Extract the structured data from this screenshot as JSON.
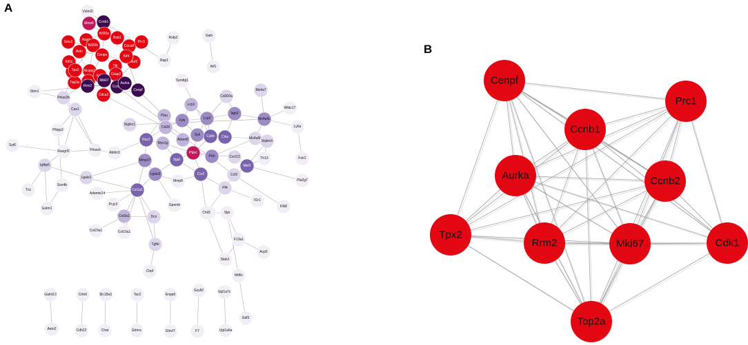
{
  "panels": {
    "a_label": "A",
    "b_label": "B"
  },
  "colors": {
    "red": "#e30613",
    "dark_purple": "#3b0a4f",
    "magenta": "#c2185b",
    "purple_1": "#7a63ad",
    "purple_2": "#9d8cc4",
    "purple_3": "#c0b4da",
    "purple_4": "#ddd6ea",
    "light": "#f1eef6",
    "edge": "#9a9a9a"
  },
  "network_a": {
    "nodes": [
      {
        "id": "Vstm2l",
        "c": "light"
      },
      {
        "id": "Ccnb1",
        "c": "dark_purple"
      },
      {
        "id": "Mms6",
        "c": "magenta"
      },
      {
        "id": "Kif20a",
        "c": "red"
      },
      {
        "id": "Bub1",
        "c": "red"
      },
      {
        "id": "Smc2",
        "c": "red"
      },
      {
        "id": "Aspm",
        "c": "red"
      },
      {
        "id": "Anln",
        "c": "red"
      },
      {
        "id": "Kif20b",
        "c": "red"
      },
      {
        "id": "Cenpe",
        "c": "red"
      },
      {
        "id": "Cdca8",
        "c": "red"
      },
      {
        "id": "Nuf2",
        "c": "red"
      },
      {
        "id": "Prc1",
        "c": "red"
      },
      {
        "id": "Kif4",
        "c": "red"
      },
      {
        "id": "Ttk",
        "c": "red"
      },
      {
        "id": "Kif11",
        "c": "red"
      },
      {
        "id": "Ncapg2",
        "c": "red"
      },
      {
        "id": "Cdk1",
        "c": "red"
      },
      {
        "id": "Ect2",
        "c": "red"
      },
      {
        "id": "Kif2c",
        "c": "red"
      },
      {
        "id": "Top2a",
        "c": "red"
      },
      {
        "id": "Ckap2",
        "c": "red"
      },
      {
        "id": "Ccnb2",
        "c": "dark_purple"
      },
      {
        "id": "Cdca3",
        "c": "red"
      },
      {
        "id": "Cenpf",
        "c": "dark_purple"
      },
      {
        "id": "Aurka",
        "c": "dark_purple"
      },
      {
        "id": "Rrm2",
        "c": "dark_purple"
      },
      {
        "id": "Tpx2",
        "c": "red"
      },
      {
        "id": "Mki67",
        "c": "dark_purple"
      },
      {
        "id": "Rxfp2",
        "c": "light"
      },
      {
        "id": "Rap1",
        "c": "light"
      },
      {
        "id": "Galn",
        "c": "light"
      },
      {
        "id": "Atf1",
        "c": "light"
      },
      {
        "id": "Syndig1",
        "c": "light"
      },
      {
        "id": "Prkar2b",
        "c": "purple_4"
      },
      {
        "id": "Stim1",
        "c": "light"
      },
      {
        "id": "Cav1",
        "c": "purple_4"
      },
      {
        "id": "Phlpp2",
        "c": "light"
      },
      {
        "id": "Siglec1",
        "c": "purple_4"
      },
      {
        "id": "Lcp1",
        "c": "purple_3"
      },
      {
        "id": "Cd300a",
        "c": "purple_4"
      },
      {
        "id": "Ms4a7",
        "c": "purple_4"
      },
      {
        "id": "Wfdc17",
        "c": "light"
      },
      {
        "id": "Plau",
        "c": "purple_3"
      },
      {
        "id": "Fyb",
        "c": "purple_2"
      },
      {
        "id": "Lcp2",
        "c": "purple_2"
      },
      {
        "id": "Itgb2",
        "c": "purple_2"
      },
      {
        "id": "Ms4a6c",
        "c": "purple_2"
      },
      {
        "id": "Ly6a",
        "c": "light"
      },
      {
        "id": "Cd28",
        "c": "purple_3"
      },
      {
        "id": "Syk",
        "c": "purple_2"
      },
      {
        "id": "Cybb",
        "c": "purple_1"
      },
      {
        "id": "Ctss",
        "c": "purple_1"
      },
      {
        "id": "Ms4a6b",
        "c": "purple_4"
      },
      {
        "id": "Siglech",
        "c": "purple_4"
      },
      {
        "id": "Syt6",
        "c": "light"
      },
      {
        "id": "Rasgrf2",
        "c": "light"
      },
      {
        "id": "Prkacb",
        "c": "light"
      },
      {
        "id": "Ablim3",
        "c": "light"
      },
      {
        "id": "Rac2",
        "c": "purple_1"
      },
      {
        "id": "Myo1g",
        "c": "purple_3"
      },
      {
        "id": "Adam8",
        "c": "purple_3"
      },
      {
        "id": "Ptprc",
        "c": "magenta"
      },
      {
        "id": "Pirb",
        "c": "purple_2"
      },
      {
        "id": "Cxcl13",
        "c": "purple_4"
      },
      {
        "id": "Tlr13",
        "c": "light"
      },
      {
        "id": "Folr2",
        "c": "light"
      },
      {
        "id": "Igfbp5",
        "c": "purple_4"
      },
      {
        "id": "Itgal",
        "c": "purple_1"
      },
      {
        "id": "Mmp27",
        "c": "purple_2"
      },
      {
        "id": "Mef1",
        "c": "purple_1"
      },
      {
        "id": "Pla2g7",
        "c": "light"
      },
      {
        "id": "Sox4b",
        "c": "light"
      },
      {
        "id": "Lgals1",
        "c": "purple_4"
      },
      {
        "id": "Lgals3",
        "c": "purple_2"
      },
      {
        "id": "Ccr2",
        "c": "purple_1"
      },
      {
        "id": "Ccl9",
        "c": "purple_4"
      },
      {
        "id": "Tnc",
        "c": "light"
      },
      {
        "id": "Adamts14",
        "c": "light"
      },
      {
        "id": "Mmp8",
        "c": "light"
      },
      {
        "id": "Pf4",
        "c": "purple_4"
      },
      {
        "id": "Il1r1",
        "c": "light"
      },
      {
        "id": "Klk8",
        "c": "light"
      },
      {
        "id": "Col1a1",
        "c": "purple_1"
      },
      {
        "id": "Gpnmb",
        "c": "light"
      },
      {
        "id": "Pdpn",
        "c": "light"
      },
      {
        "id": "Golm1",
        "c": "light"
      },
      {
        "id": "Pcjc3",
        "c": "light"
      },
      {
        "id": "Chil3",
        "c": "light"
      },
      {
        "id": "Slpi",
        "c": "light"
      },
      {
        "id": "Col3a1",
        "c": "purple_3"
      },
      {
        "id": "Dcn",
        "c": "purple_4"
      },
      {
        "id": "Col23a1",
        "c": "light"
      },
      {
        "id": "F13a1",
        "c": "light"
      },
      {
        "id": "Acp5",
        "c": "light"
      },
      {
        "id": "Col10a1",
        "c": "light"
      },
      {
        "id": "Tgfbi",
        "c": "purple_4"
      },
      {
        "id": "Stab1",
        "c": "light"
      },
      {
        "id": "Chpf",
        "c": "light"
      },
      {
        "id": "Mdfic",
        "c": "light"
      },
      {
        "id": "Galnt13",
        "c": "light"
      },
      {
        "id": "Crtn6",
        "c": "light"
      },
      {
        "id": "Slc18a3",
        "c": "light"
      },
      {
        "id": "Tac2",
        "c": "light"
      },
      {
        "id": "Enpp6",
        "c": "light"
      },
      {
        "id": "Gxylt2",
        "c": "light"
      },
      {
        "id": "Ugt1a7c",
        "c": "light"
      },
      {
        "id": "Gdf3",
        "c": "light"
      },
      {
        "id": "Astn2",
        "c": "light"
      },
      {
        "id": "Cdh22",
        "c": "light"
      },
      {
        "id": "Chat",
        "c": "light"
      },
      {
        "id": "Ednra",
        "c": "light"
      },
      {
        "id": "Elovl7",
        "c": "light"
      },
      {
        "id": "F7",
        "c": "light"
      },
      {
        "id": "Ugt1a6a",
        "c": "light"
      }
    ],
    "edges": [
      [
        "Rxfp2",
        "Rap1"
      ],
      [
        "Galn",
        "Atf1"
      ],
      [
        "Galnt13",
        "Astn2"
      ],
      [
        "Crtn6",
        "Cdh22"
      ],
      [
        "Slc18a3",
        "Chat"
      ],
      [
        "Tac2",
        "Ednra"
      ],
      [
        "Enpp6",
        "Elovl7"
      ],
      [
        "Gxylt2",
        "F7"
      ],
      [
        "Ugt1a7c",
        "Ugt1a6a"
      ],
      [
        "Mdfic",
        "Gdf3"
      ],
      [
        "Stim1",
        "Prkar2b"
      ],
      [
        "Prkar2b",
        "Cav1"
      ],
      [
        "Cav1",
        "Phlpp2"
      ],
      [
        "Cav1",
        "Rasgrf2"
      ],
      [
        "Cav1",
        "Prkacb"
      ],
      [
        "Rasgrf2",
        "Prkacb"
      ],
      [
        "Prkar2b",
        "Prkacb"
      ],
      [
        "Syt6",
        "Rasgrf2"
      ],
      [
        "Rasgrf2",
        "Igfbp5"
      ],
      [
        "Igfbp5",
        "Tnc"
      ],
      [
        "Igfbp5",
        "Golm1"
      ],
      [
        "Sox4b",
        "Golm1"
      ],
      [
        "Igfbp5",
        "Lgals1"
      ],
      [
        "Lgals1",
        "Mmp27"
      ],
      [
        "Lgals1",
        "Col1a1"
      ],
      [
        "Col1a1",
        "Col3a1"
      ],
      [
        "Col1a1",
        "Dcn"
      ],
      [
        "Col1a1",
        "Lgals3"
      ],
      [
        "Col3a1",
        "Dcn"
      ],
      [
        "Col3a1",
        "Col23a1"
      ],
      [
        "Col3a1",
        "Col10a1"
      ],
      [
        "Col1a1",
        "Col10a1"
      ],
      [
        "Col1a1",
        "Pcjc3"
      ],
      [
        "Col1a1",
        "Adamts14"
      ],
      [
        "Dcn",
        "Tgfbi"
      ],
      [
        "Col1a1",
        "Tgfbi"
      ],
      [
        "Tgfbi",
        "Chpf"
      ],
      [
        "Mmp27",
        "Col1a1"
      ],
      [
        "Mmp27",
        "Lgals3"
      ],
      [
        "Lgals3",
        "Itgal"
      ],
      [
        "Lgals3",
        "Mmp8"
      ],
      [
        "Lgals3",
        "Gpnmb"
      ],
      [
        "Mmp8",
        "Ccr2"
      ],
      [
        "Itgal",
        "Ccr2"
      ],
      [
        "Rac2",
        "Mmp27"
      ],
      [
        "Rac2",
        "Myo1g"
      ],
      [
        "Rac2",
        "Cd28"
      ],
      [
        "Rac2",
        "Plau"
      ],
      [
        "Plau",
        "Cd28"
      ],
      [
        "Cd28",
        "Fyb"
      ],
      [
        "Fyb",
        "Lcp1"
      ],
      [
        "Fyb",
        "Lcp2"
      ],
      [
        "Fyb",
        "Syk"
      ],
      [
        "Lcp1",
        "Lcp2"
      ],
      [
        "Lcp2",
        "Itgb2"
      ],
      [
        "Lcp2",
        "Syk"
      ],
      [
        "Lcp2",
        "Cybb"
      ],
      [
        "Syk",
        "Cybb"
      ],
      [
        "Syk",
        "Ctss"
      ],
      [
        "Syk",
        "Adam8"
      ],
      [
        "Cybb",
        "Ctss"
      ],
      [
        "Ctss",
        "Itgb2"
      ],
      [
        "Itgb2",
        "Ms4a6c"
      ],
      [
        "Ms4a6c",
        "Ms4a7"
      ],
      [
        "Ms4a6c",
        "Siglec1"
      ],
      [
        "Ms4a6c",
        "Ms4a6b"
      ],
      [
        "Cd300a",
        "Lcp2"
      ],
      [
        "Cd300a",
        "Itgb2"
      ],
      [
        "Ms4a6b",
        "Ctss"
      ],
      [
        "Ms4a6b",
        "Pirb"
      ],
      [
        "Pirb",
        "Ptprc"
      ],
      [
        "Ptprc",
        "Itgal"
      ],
      [
        "Ptprc",
        "Syk"
      ],
      [
        "Ptprc",
        "Cybb"
      ],
      [
        "Ptprc",
        "Adam8"
      ],
      [
        "Ptprc",
        "Myo1g"
      ],
      [
        "Ptprc",
        "Cxcl13"
      ],
      [
        "Cxcl13",
        "Mef1"
      ],
      [
        "Mef1",
        "Tlr13"
      ],
      [
        "Mef1",
        "Siglech"
      ],
      [
        "Mef1",
        "Ccl9"
      ],
      [
        "Ccr2",
        "Pf4"
      ],
      [
        "Ccl9",
        "Pf4"
      ],
      [
        "Pf4",
        "Il1r1"
      ],
      [
        "Pf4",
        "Chil3"
      ],
      [
        "Ccr2",
        "Chil3"
      ],
      [
        "Chil3",
        "Slpi"
      ],
      [
        "Chil3",
        "Stab1"
      ],
      [
        "Slpi",
        "F13a1"
      ],
      [
        "Slpi",
        "Mdfic"
      ],
      [
        "F13a1",
        "Acp5"
      ],
      [
        "Stab1",
        "F13a1"
      ],
      [
        "Ly6a",
        "Folr2"
      ],
      [
        "Wfdc17",
        "Ms4a6c"
      ],
      [
        "Ly6a",
        "Ms4a6c"
      ],
      [
        "Ccl9",
        "Klk8"
      ],
      [
        "Pla2g7",
        "Mef1"
      ],
      [
        "Siglech",
        "Tlr13"
      ],
      [
        "Ablim3",
        "Rac2"
      ],
      [
        "Prkacb",
        "Ablim3"
      ],
      [
        "Phlpp2",
        "Sox4b"
      ],
      [
        "Cd28",
        "Adam8"
      ],
      [
        "Myo1g",
        "Itgal"
      ],
      [
        "Ccr2",
        "Ptprc"
      ],
      [
        "Syndig1",
        "Cybb"
      ],
      [
        "Mms6",
        "Ccnb1"
      ],
      [
        "Mms6",
        "Kif20a"
      ],
      [
        "Kif20a",
        "Bub1"
      ],
      [
        "Kif20a",
        "Aspm"
      ],
      [
        "Kif20a",
        "Cenpe"
      ],
      [
        "Bub1",
        "Prc1"
      ],
      [
        "Bub1",
        "Cdca8"
      ],
      [
        "Smc2",
        "Anln"
      ],
      [
        "Smc2",
        "Kif20b"
      ],
      [
        "Anln",
        "Cenpe"
      ],
      [
        "Anln",
        "Kif11"
      ],
      [
        "Kif20b",
        "Cdk1"
      ],
      [
        "Cenpe",
        "Nuf2"
      ],
      [
        "Cenpe",
        "Ttk"
      ],
      [
        "Cdca8",
        "Kif4"
      ],
      [
        "Nuf2",
        "Kif4"
      ],
      [
        "Prc1",
        "Ttk"
      ],
      [
        "Kif11",
        "Ncapg2"
      ],
      [
        "Ncapg2",
        "Cdk1"
      ],
      [
        "Cdk1",
        "Ect2"
      ],
      [
        "Ect2",
        "Kif2c"
      ],
      [
        "Kif2c",
        "Top2a"
      ],
      [
        "Top2a",
        "Ckap2"
      ],
      [
        "Ckap2",
        "Ccnb2"
      ],
      [
        "Ccnb2",
        "Cdca3"
      ],
      [
        "Cdca3",
        "Cenpf"
      ],
      [
        "Aurka",
        "Rrm2"
      ],
      [
        "Rrm2",
        "Tpx2"
      ],
      [
        "Tpx2",
        "Mki67"
      ],
      [
        "Mki67",
        "Aurka"
      ],
      [
        "Aurka",
        "Kif11"
      ],
      [
        "Rrm2",
        "Ect2"
      ],
      [
        "Kif4",
        "Cenpf"
      ],
      [
        "Ttk",
        "Ckap2"
      ],
      [
        "Cdk1",
        "Mki67"
      ],
      [
        "Top2a",
        "Rrm2"
      ],
      [
        "Ccnb1",
        "Bub1"
      ],
      [
        "Anln",
        "Aspm"
      ],
      [
        "Kif20b",
        "Kif11"
      ],
      [
        "Prc1",
        "Kif4"
      ],
      [
        "Nuf2",
        "Cdca3"
      ],
      [
        "Cenpe",
        "Cdk1"
      ],
      [
        "Ncapg2",
        "Tpx2"
      ],
      [
        "Smc2",
        "Ncapg2"
      ],
      [
        "Cenpf",
        "Ccnb2"
      ],
      [
        "Cenpf",
        "Plau"
      ],
      [
        "Ccnb2",
        "Ccl9"
      ],
      [
        "Cdca3",
        "Cd28"
      ],
      [
        "Aurka",
        "Stim1"
      ],
      [
        "Cdk1",
        "Prkar2b"
      ],
      [
        "Tpx2",
        "Prkar2b"
      ],
      [
        "Vstm2l",
        "Ccnb1"
      ],
      [
        "Ccnb1",
        "Rap1"
      ]
    ]
  },
  "network_b": {
    "nodes": [
      "Cenpf",
      "Prc1",
      "Ccnb1",
      "Aurka",
      "Ccnb2",
      "Tpx2",
      "Rrm2",
      "Mki67",
      "Cdk1",
      "Top2a"
    ],
    "edges": [
      [
        "Cenpf",
        "Prc1"
      ],
      [
        "Cenpf",
        "Ccnb1"
      ],
      [
        "Cenpf",
        "Aurka"
      ],
      [
        "Cenpf",
        "Ccnb2"
      ],
      [
        "Cenpf",
        "Tpx2"
      ],
      [
        "Cenpf",
        "Rrm2"
      ],
      [
        "Cenpf",
        "Mki67"
      ],
      [
        "Cenpf",
        "Cdk1"
      ],
      [
        "Cenpf",
        "Top2a"
      ],
      [
        "Prc1",
        "Ccnb1"
      ],
      [
        "Prc1",
        "Aurka"
      ],
      [
        "Prc1",
        "Ccnb2"
      ],
      [
        "Prc1",
        "Rrm2"
      ],
      [
        "Prc1",
        "Mki67"
      ],
      [
        "Prc1",
        "Cdk1"
      ],
      [
        "Prc1",
        "Tpx2"
      ],
      [
        "Prc1",
        "Top2a"
      ],
      [
        "Ccnb1",
        "Aurka"
      ],
      [
        "Ccnb1",
        "Ccnb2"
      ],
      [
        "Ccnb1",
        "Tpx2"
      ],
      [
        "Ccnb1",
        "Rrm2"
      ],
      [
        "Ccnb1",
        "Mki67"
      ],
      [
        "Ccnb1",
        "Cdk1"
      ],
      [
        "Ccnb1",
        "Top2a"
      ],
      [
        "Aurka",
        "Ccnb2"
      ],
      [
        "Aurka",
        "Tpx2"
      ],
      [
        "Aurka",
        "Rrm2"
      ],
      [
        "Aurka",
        "Mki67"
      ],
      [
        "Aurka",
        "Cdk1"
      ],
      [
        "Aurka",
        "Top2a"
      ],
      [
        "Ccnb2",
        "Tpx2"
      ],
      [
        "Ccnb2",
        "Rrm2"
      ],
      [
        "Ccnb2",
        "Mki67"
      ],
      [
        "Ccnb2",
        "Cdk1"
      ],
      [
        "Ccnb2",
        "Top2a"
      ],
      [
        "Tpx2",
        "Rrm2"
      ],
      [
        "Tpx2",
        "Mki67"
      ],
      [
        "Tpx2",
        "Top2a"
      ],
      [
        "Rrm2",
        "Mki67"
      ],
      [
        "Rrm2",
        "Cdk1"
      ],
      [
        "Rrm2",
        "Top2a"
      ],
      [
        "Mki67",
        "Cdk1"
      ],
      [
        "Mki67",
        "Top2a"
      ],
      [
        "Cdk1",
        "Top2a"
      ]
    ]
  }
}
